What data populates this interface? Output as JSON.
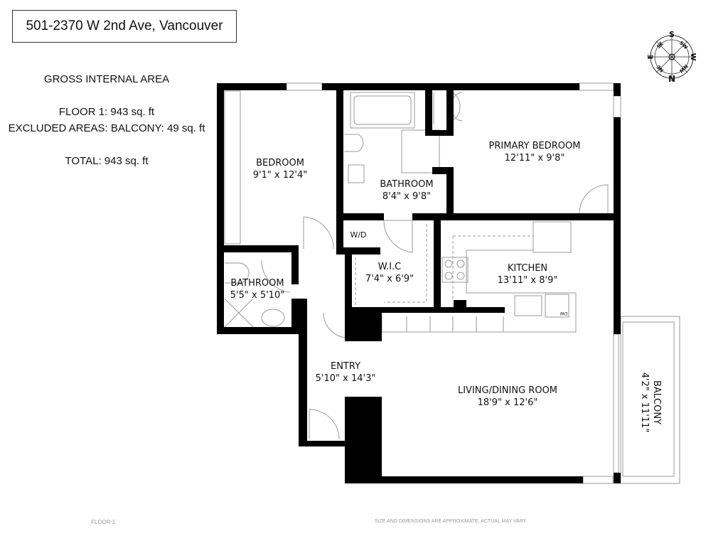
{
  "header": {
    "address": "501-2370 W 2nd Ave, Vancouver"
  },
  "area_summary": {
    "heading": "GROSS INTERNAL AREA",
    "floor": "FLOOR 1: 943 sq. ft",
    "excluded": "EXCLUDED AREAS: BALCONY: 49 sq. ft",
    "total": "TOTAL: 943 sq. ft"
  },
  "rooms": {
    "bedroom": {
      "name": "BEDROOM",
      "size": "9'1\" x 12'4\""
    },
    "bathroom_main": {
      "name": "BATHROOM",
      "size": "8'4\" x 9'8\""
    },
    "primary_bedroom": {
      "name": "PRIMARY BEDROOM",
      "size": "12'11\" x 9'8\""
    },
    "wd": {
      "name": "W/D"
    },
    "wic": {
      "name": "W.I.C",
      "size": "7'4\" x 6'9\""
    },
    "kitchen": {
      "name": "KITCHEN",
      "size": "13'11\" x 8'9\""
    },
    "bathroom_small": {
      "name": "BATHROOM",
      "size": "5'5\" x 5'10\""
    },
    "entry": {
      "name": "ENTRY",
      "size": "5'10\" x 14'3\""
    },
    "living": {
      "name": "LIVING/DINING ROOM",
      "size": "18'9\" x 12'6\""
    },
    "balcony": {
      "name": "BALCONY",
      "size": "4'2\" x 11'11\""
    },
    "dw": {
      "name": "DW"
    }
  },
  "compass": {
    "icon": "compass-rose-icon",
    "labels": [
      "S",
      "SW",
      "W",
      "NW",
      "N",
      "NE",
      "E",
      "SE"
    ]
  },
  "footer": {
    "floor_label": "FLOOR 1",
    "disclaimer": "SIZE AND DIMENSIONS ARE APPROXIMATE, ACTUAL MAY VARY"
  },
  "colors": {
    "wall": "#000000",
    "fixture": "#999999",
    "window": "#bbbbbb"
  }
}
